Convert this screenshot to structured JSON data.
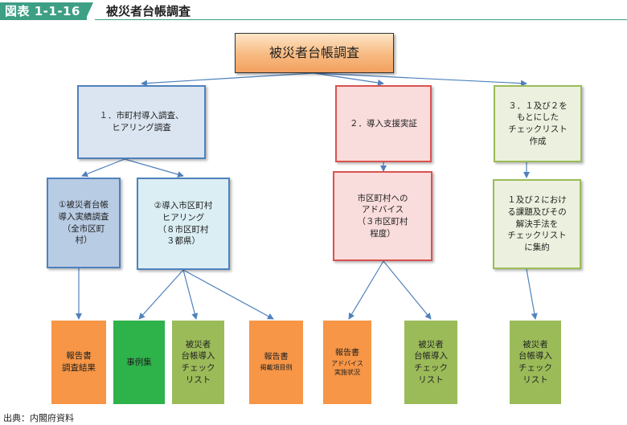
{
  "header": {
    "figure_label": "図表 1-1-16",
    "title": "被災者台帳調査"
  },
  "top": {
    "label": "被災者台帳調査"
  },
  "level1": [
    {
      "label": "１．市町村導入調査、\nヒアリング調査"
    },
    {
      "label": "２．導入支援実証"
    },
    {
      "label": "３．１及び２を\nもとにした\nチェックリスト\n作成"
    }
  ],
  "level2": [
    {
      "label": "①被災者台帳\n導入実績調査\n（全市区町\n村）"
    },
    {
      "label": "②導入市区町村\nヒアリング\n（８市区町村\n３都県）"
    },
    {
      "label": "市区町村への\nアドバイス\n（３市区町村\n程度）"
    },
    {
      "label": "１及び２におけ\nる課題及びその\n解決手法を\nチェックリスト\nに集約"
    }
  ],
  "outputs": [
    {
      "label": "報告書\n調査結果"
    },
    {
      "label": "事例集"
    },
    {
      "label": "被災者\n台帳導入\nチェック\nリスト"
    },
    {
      "label": "報告書",
      "sub": "掲載項目例"
    },
    {
      "label": "報告書",
      "sub": "アドバイス\n実施状況"
    },
    {
      "label": "被災者\n台帳導入\nチェック\nリスト"
    },
    {
      "label": "被災者\n台帳導入\nチェック\nリスト"
    }
  ],
  "colors": {
    "accent": "#3d9f84",
    "orange": "#f79646",
    "green": "#2eb24a",
    "olive": "#9bbb59",
    "connector": "#4f81bd"
  },
  "footer": {
    "source": "出典：内閣府資料"
  }
}
